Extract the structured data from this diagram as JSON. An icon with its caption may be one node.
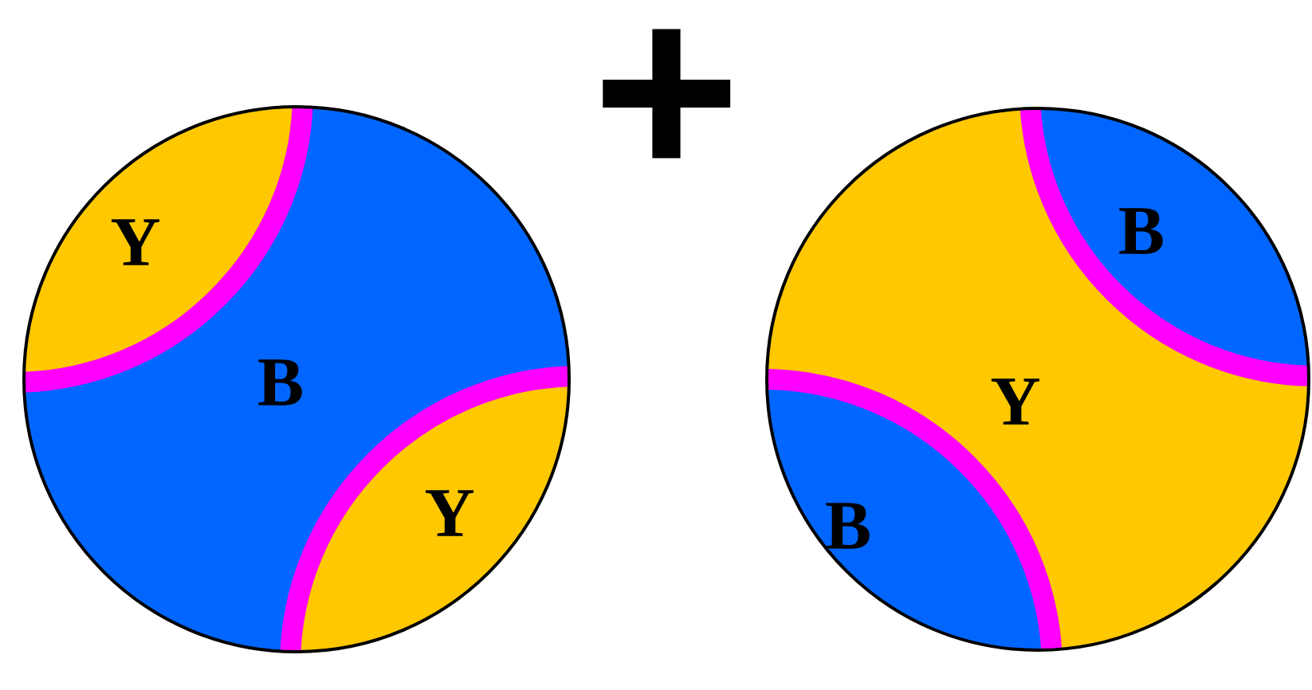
{
  "diagram": {
    "nodes": [
      {
        "text": [
          "Y",
          "B",
          "Y"
        ]
      },
      {
        "text": [
          "B",
          "Y",
          "B"
        ]
      }
    ],
    "labels": [
      "+"
    ]
  }
}
